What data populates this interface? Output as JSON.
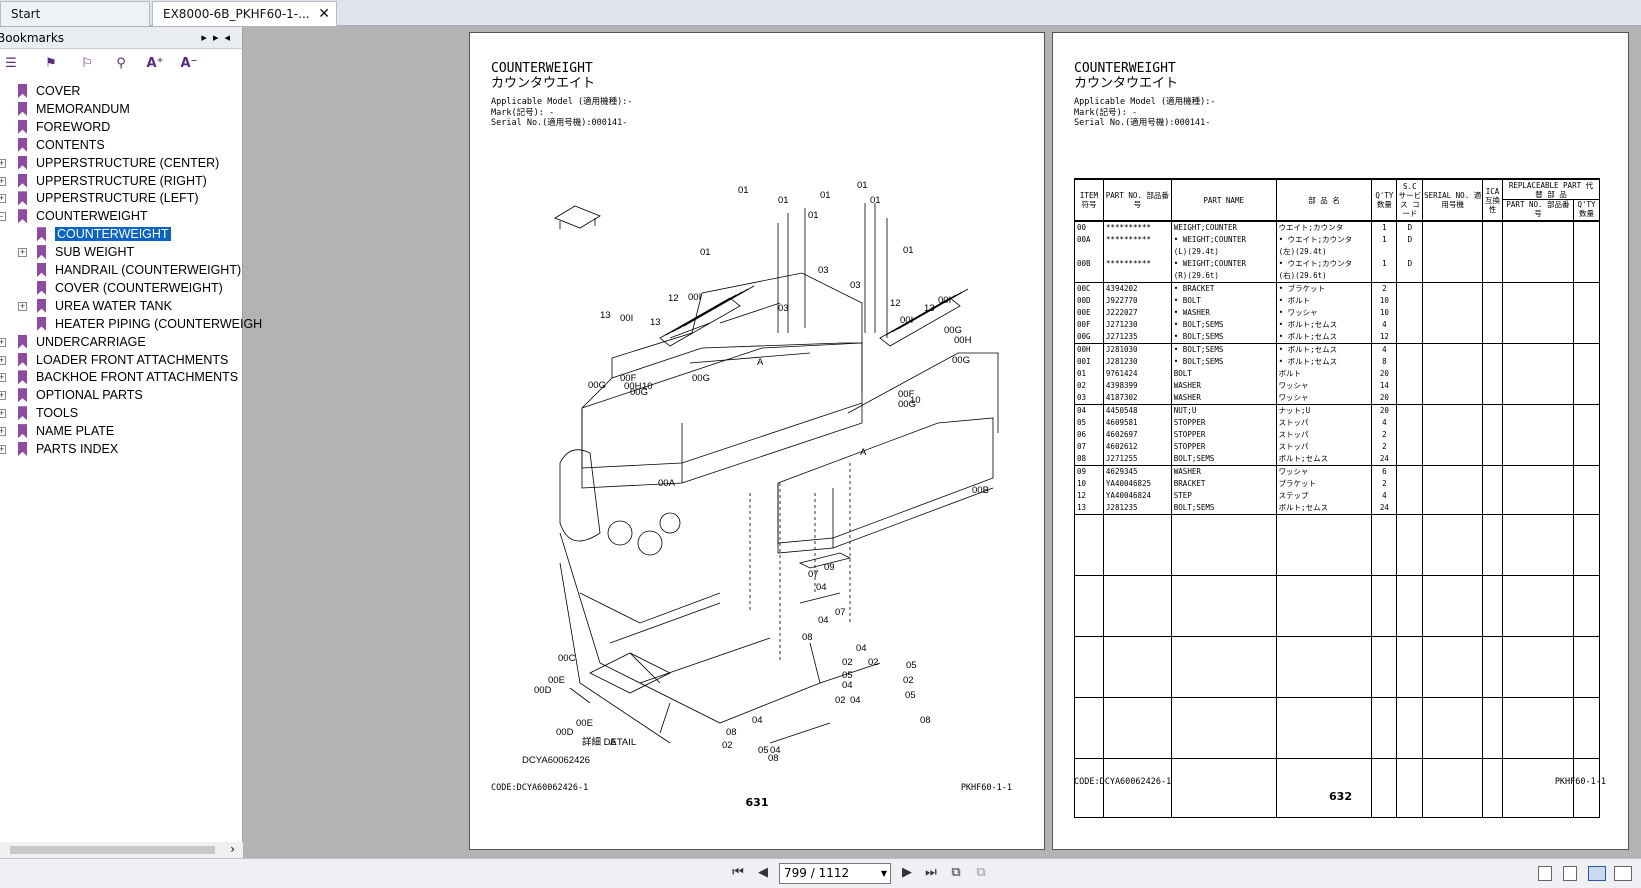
{
  "tabs": [
    {
      "label": "Start"
    },
    {
      "label": "EX8000-6B_PKHF60-1-..."
    }
  ],
  "sidebar": {
    "title": "Bookmarks",
    "tree": [
      {
        "label": "COVER",
        "level": 0,
        "expand": ""
      },
      {
        "label": "MEMORANDUM",
        "level": 0,
        "expand": ""
      },
      {
        "label": "FOREWORD",
        "level": 0,
        "expand": ""
      },
      {
        "label": "CONTENTS",
        "level": 0,
        "expand": ""
      },
      {
        "label": "UPPERSTRUCTURE (CENTER)",
        "level": 0,
        "expand": "+"
      },
      {
        "label": "UPPERSTRUCTURE (RIGHT)",
        "level": 0,
        "expand": "+"
      },
      {
        "label": "UPPERSTRUCTURE (LEFT)",
        "level": 0,
        "expand": "+"
      },
      {
        "label": "COUNTERWEIGHT",
        "level": 0,
        "expand": "-"
      },
      {
        "label": "COUNTERWEIGHT",
        "level": 1,
        "expand": "",
        "selected": true
      },
      {
        "label": "SUB WEIGHT",
        "level": 1,
        "expand": "+"
      },
      {
        "label": "HANDRAIL (COUNTERWEIGHT)",
        "level": 1,
        "expand": ""
      },
      {
        "label": "COVER (COUNTERWEIGHT)",
        "level": 1,
        "expand": ""
      },
      {
        "label": "UREA WATER TANK",
        "level": 1,
        "expand": "+"
      },
      {
        "label": "HEATER PIPING (COUNTERWEIGH",
        "level": 1,
        "expand": ""
      },
      {
        "label": "UNDERCARRIAGE",
        "level": 0,
        "expand": "+"
      },
      {
        "label": "LOADER FRONT ATTACHMENTS",
        "level": 0,
        "expand": "+"
      },
      {
        "label": "BACKHOE FRONT ATTACHMENTS",
        "level": 0,
        "expand": "+"
      },
      {
        "label": "OPTIONAL PARTS",
        "level": 0,
        "expand": "+"
      },
      {
        "label": "TOOLS",
        "level": 0,
        "expand": "+"
      },
      {
        "label": "NAME PLATE",
        "level": 0,
        "expand": "+"
      },
      {
        "label": "PARTS INDEX",
        "level": 0,
        "expand": "+"
      }
    ]
  },
  "page_left": {
    "title_en": "COUNTERWEIGHT",
    "title_jp": "カウンタウエイト",
    "meta1": "Applicable Model (適用機種):-",
    "meta2": "Mark(記号): -",
    "meta3": "Serial No.(適用号機):000141-",
    "diagram_code": "DCYA60062426",
    "detail_label": "詳細 DETAIL",
    "detail_letter": "A",
    "footer_code": "CODE:DCYA60062426-1",
    "footer_ref": "PKHF60-1-1",
    "page_number": "631",
    "labels": [
      "01",
      "01",
      "01",
      "01",
      "01",
      "01",
      "01",
      "01",
      "03",
      "03",
      "03",
      "13",
      "13",
      "13",
      "12",
      "12",
      "00I",
      "00I",
      "00I",
      "00I",
      "00F",
      "00F",
      "00H",
      "00H",
      "10",
      "10",
      "00G",
      "00G",
      "00G",
      "00G",
      "00G",
      "00G",
      "A",
      "A",
      "00A",
      "00B",
      "09",
      "07",
      "04",
      "07",
      "04",
      "08",
      "00C",
      "00E",
      "00D",
      "00E",
      "00D",
      "02",
      "05",
      "04",
      "02",
      "04",
      "05",
      "08",
      "02",
      "04",
      "02",
      "05",
      "04",
      "08",
      "02",
      "05",
      "04",
      "08"
    ]
  },
  "page_right": {
    "title_en": "COUNTERWEIGHT",
    "title_jp": "カウンタウエイト",
    "meta1": "Applicable Model (適用機種):-",
    "meta2": "Mark(記号): -",
    "meta3": "Serial No.(適用号機):000141-",
    "footer_code": "CODE:DCYA60062426-1",
    "footer_ref": "PKHF60-1-1",
    "page_number": "632",
    "headers": {
      "item": "ITEM 符号",
      "partno": "PART NO. 部品番号",
      "partname": "PART NAME",
      "jpname": "部 品 名",
      "qty": "Q'TY 数量",
      "sc": "S.C サービス コード",
      "serial": "SERIAL NO. 適用号機",
      "ica": "ICA 互換性",
      "repl": "REPLACEABLE PART 代 替 部 品",
      "repl_no": "PART NO. 部品番号",
      "repl_qty": "Q'TY 数量"
    },
    "rows": [
      {
        "item": "00",
        "no": "**********",
        "name": "WEIGHT;COUNTER",
        "jp": "ウエイト;カウンタ",
        "qty": "1",
        "sc": "D",
        "g": true
      },
      {
        "item": "00A",
        "no": "**********",
        "name": "• WEIGHT;COUNTER",
        "jp": "• ウエイト;カウンタ",
        "qty": "1",
        "sc": "D",
        "g": false
      },
      {
        "item": "",
        "no": "",
        "name": "(L)(29.4t)",
        "jp": "(左)(29.4t)",
        "qty": "",
        "sc": "",
        "g": false
      },
      {
        "item": "00B",
        "no": "**********",
        "name": "• WEIGHT;COUNTER",
        "jp": "• ウエイト;カウンタ",
        "qty": "1",
        "sc": "D",
        "g": false
      },
      {
        "item": "",
        "no": "",
        "name": "(R)(29.6t)",
        "jp": "(右)(29.6t)",
        "qty": "",
        "sc": "",
        "g": false
      },
      {
        "item": "00C",
        "no": "4394202",
        "name": "• BRACKET",
        "jp": "• ブラケット",
        "qty": "2",
        "sc": "",
        "g": true
      },
      {
        "item": "00D",
        "no": "J922770",
        "name": "• BOLT",
        "jp": "• ボルト",
        "qty": "10",
        "sc": "",
        "g": false
      },
      {
        "item": "00E",
        "no": "J222027",
        "name": "• WASHER",
        "jp": "• ワッシャ",
        "qty": "10",
        "sc": "",
        "g": false
      },
      {
        "item": "00F",
        "no": "J271230",
        "name": "• BOLT;SEMS",
        "jp": "• ボルト;セムス",
        "qty": "4",
        "sc": "",
        "g": false
      },
      {
        "item": "00G",
        "no": "J271235",
        "name": "• BOLT;SEMS",
        "jp": "• ボルト;セムス",
        "qty": "12",
        "sc": "",
        "g": false
      },
      {
        "item": "00H",
        "no": "J281030",
        "name": "• BOLT;SEMS",
        "jp": "• ボルト;セムス",
        "qty": "4",
        "sc": "",
        "g": true
      },
      {
        "item": "00I",
        "no": "J281230",
        "name": "• BOLT;SEMS",
        "jp": "• ボルト;セムス",
        "qty": "8",
        "sc": "",
        "g": false
      },
      {
        "item": "01",
        "no": "9761424",
        "name": "BOLT",
        "jp": "ボルト",
        "qty": "20",
        "sc": "",
        "g": false
      },
      {
        "item": "02",
        "no": "4398399",
        "name": "WASHER",
        "jp": "ワッシャ",
        "qty": "14",
        "sc": "",
        "g": false
      },
      {
        "item": "03",
        "no": "4187302",
        "name": "WASHER",
        "jp": "ワッシャ",
        "qty": "20",
        "sc": "",
        "g": false
      },
      {
        "item": "04",
        "no": "4450548",
        "name": "NUT;U",
        "jp": "ナット;U",
        "qty": "20",
        "sc": "",
        "g": true
      },
      {
        "item": "05",
        "no": "4609581",
        "name": "STOPPER",
        "jp": "ストッパ",
        "qty": "4",
        "sc": "",
        "g": false
      },
      {
        "item": "06",
        "no": "4602697",
        "name": "STOPPER",
        "jp": "ストッパ",
        "qty": "2",
        "sc": "",
        "g": false
      },
      {
        "item": "07",
        "no": "4602612",
        "name": "STOPPER",
        "jp": "ストッパ",
        "qty": "2",
        "sc": "",
        "g": false
      },
      {
        "item": "08",
        "no": "J271255",
        "name": "BOLT;SEMS",
        "jp": "ボルト;セムス",
        "qty": "24",
        "sc": "",
        "g": false
      },
      {
        "item": "09",
        "no": "4629345",
        "name": "WASHER",
        "jp": "ワッシャ",
        "qty": "6",
        "sc": "",
        "g": true
      },
      {
        "item": "10",
        "no": "YA40046825",
        "name": "BRACKET",
        "jp": "ブラケット",
        "qty": "2",
        "sc": "",
        "g": false
      },
      {
        "item": "12",
        "no": "YA40046824",
        "name": "STEP",
        "jp": "ステップ",
        "qty": "4",
        "sc": "",
        "g": false
      },
      {
        "item": "13",
        "no": "J281235",
        "name": "BOLT;SEMS",
        "jp": "ボルト;セムス",
        "qty": "24",
        "sc": "",
        "g": false
      }
    ]
  },
  "bottom": {
    "page_field": "799 / 1112"
  }
}
